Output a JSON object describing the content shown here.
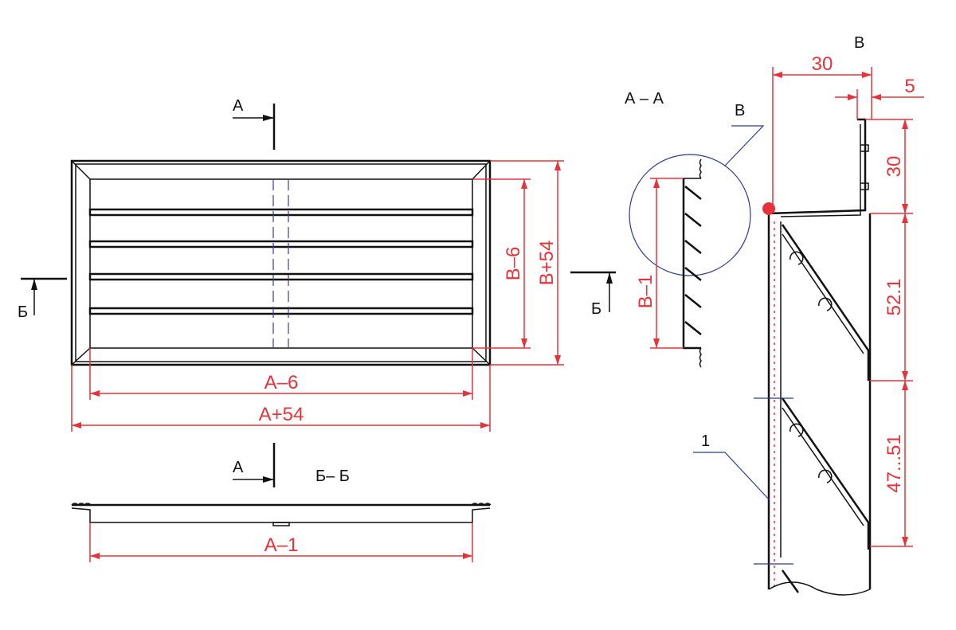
{
  "colors": {
    "outline": "#111111",
    "dimension": "#e8323a",
    "leader": "#2b3a8c"
  },
  "front_view": {
    "section_mark_top": "А",
    "section_mark_left": "Б",
    "section_mark_right": "Б",
    "dim_inner_width": "А–6",
    "dim_outer_width": "А+54",
    "dim_inner_height": "В–6",
    "dim_outer_height": "В+54",
    "slats": 4
  },
  "bottom_view": {
    "section_mark": "А",
    "title": "Б– Б",
    "dim_width": "А–1"
  },
  "section_aa": {
    "title": "А – А",
    "detail_callout": "В",
    "dim_height": "В–1"
  },
  "detail_v": {
    "title": "В",
    "dim_30_top": "30",
    "dim_5": "5",
    "dim_30_side": "30",
    "dim_52": "52.1",
    "dim_47": "47...51",
    "part_number": "1"
  }
}
